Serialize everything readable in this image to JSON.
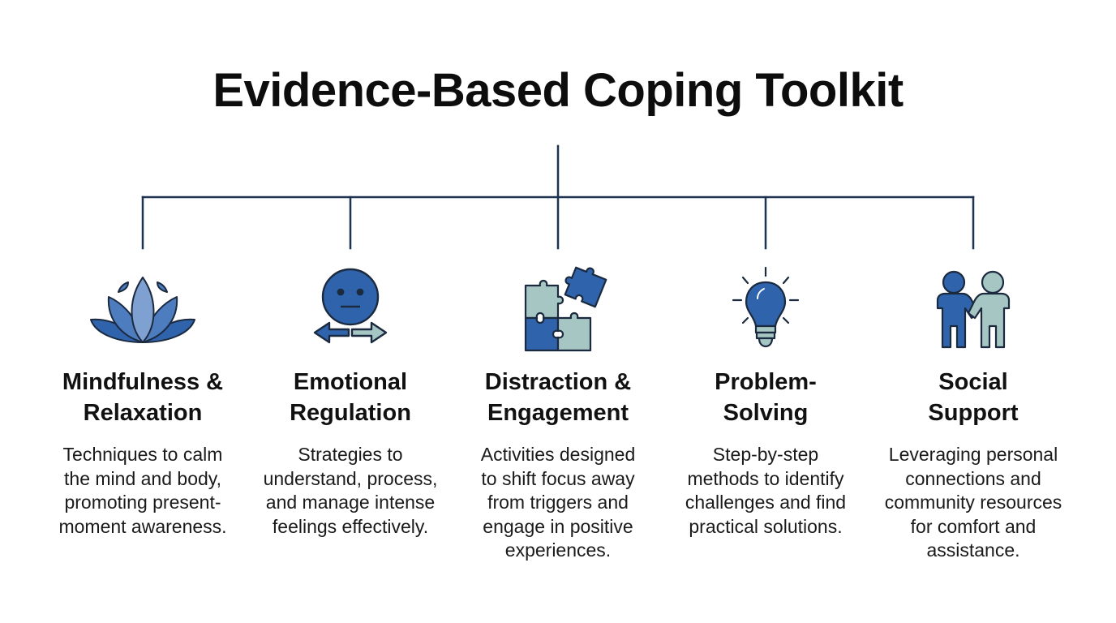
{
  "title": "Evidence-Based Coping Toolkit",
  "colors": {
    "line": "#1e3350",
    "primary_blue": "#2f64ad",
    "mid_blue": "#4d7cbf",
    "light_blue": "#7fa1d1",
    "sage": "#a6c6c3",
    "outline": "#1b2a3f"
  },
  "categories": [
    {
      "icon": "lotus-icon",
      "heading_lines": [
        "Mindfulness &",
        "Relaxation"
      ],
      "description_lines": [
        "Techniques to calm",
        "the mind and body,",
        "promoting present-",
        "moment awareness."
      ]
    },
    {
      "icon": "face-arrows-icon",
      "heading_lines": [
        "Emotional",
        "Regulation"
      ],
      "description_lines": [
        "Strategies to",
        "understand, process,",
        "and manage intense",
        "feelings effectively."
      ]
    },
    {
      "icon": "puzzle-icon",
      "heading_lines": [
        "Distraction &",
        "Engagement"
      ],
      "description_lines": [
        "Activities designed",
        "to shift focus away",
        "from triggers and",
        "engage in positive",
        "experiences."
      ]
    },
    {
      "icon": "lightbulb-icon",
      "heading_lines": [
        "Problem-",
        "Solving"
      ],
      "description_lines": [
        "Step-by-step",
        "methods to identify",
        "challenges and find",
        "practical solutions."
      ]
    },
    {
      "icon": "people-handshake-icon",
      "heading_lines": [
        "Social",
        "Support"
      ],
      "description_lines": [
        "Leveraging personal",
        "connections and",
        "community resources",
        "for comfort and",
        "assistance."
      ]
    }
  ]
}
